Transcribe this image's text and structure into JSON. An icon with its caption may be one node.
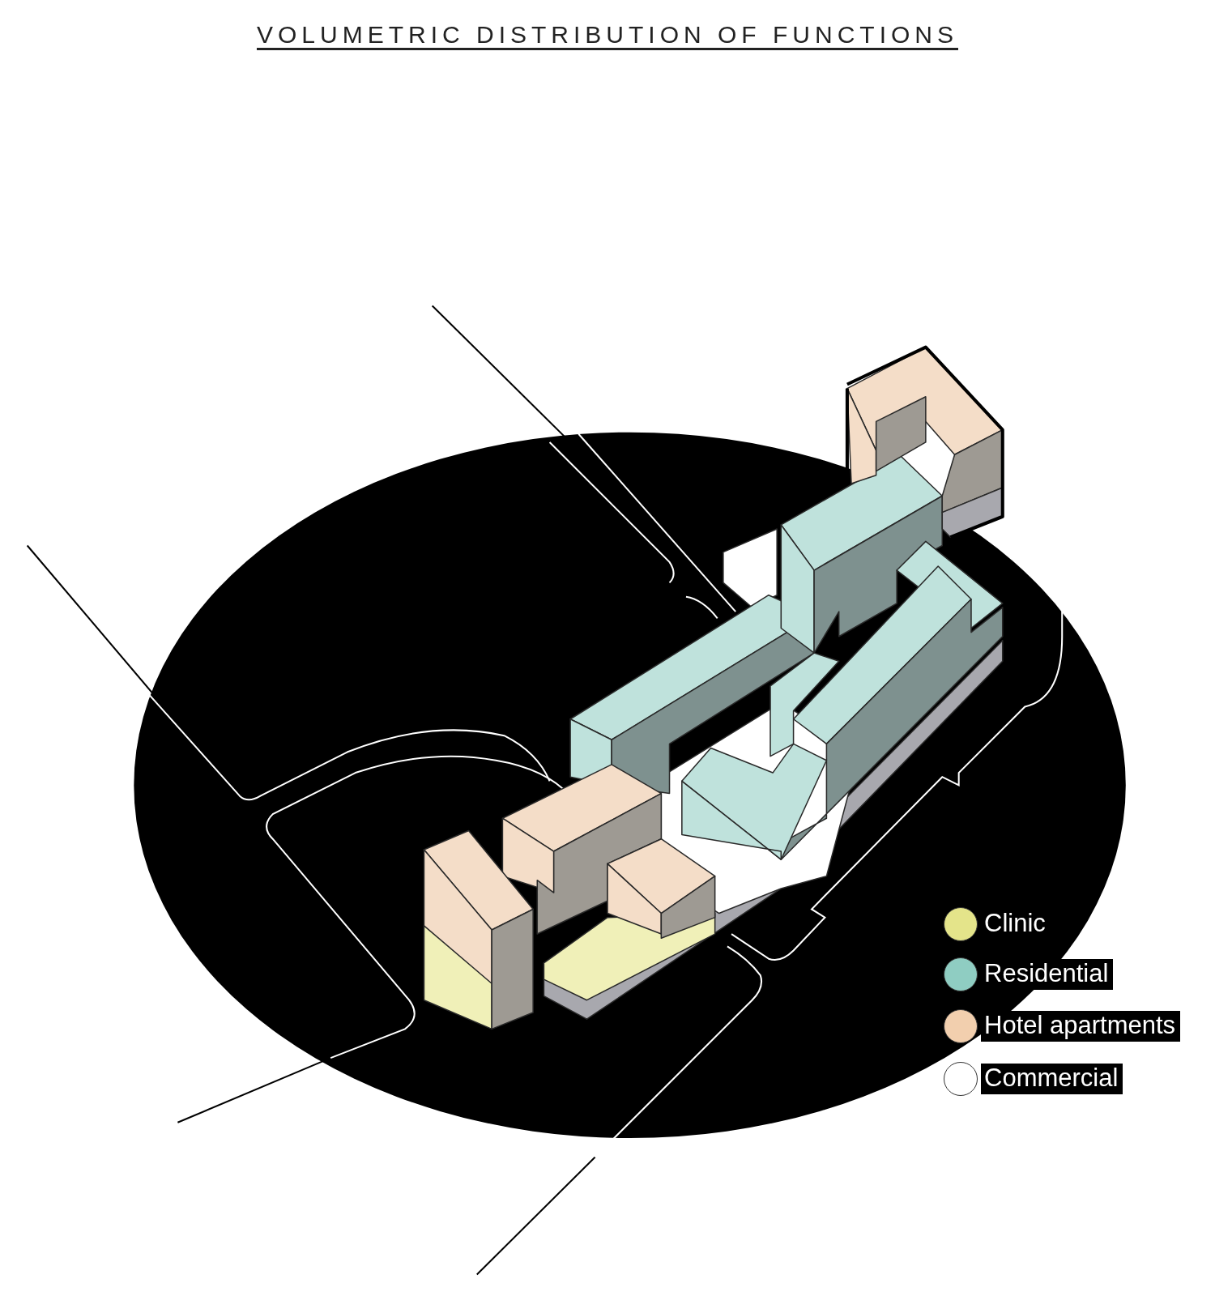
{
  "diagram": {
    "title": "VOLUMETRIC DISTRIBUTION OF FUNCTIONS",
    "legend": [
      {
        "text": "Clinic",
        "color": "#e4e48a"
      },
      {
        "text": "Residential",
        "color": "#8fcdc2"
      },
      {
        "text": "Hotel apartments",
        "color": "#f2cfae"
      },
      {
        "text": "Commercial",
        "color": "#ffffff"
      }
    ]
  }
}
